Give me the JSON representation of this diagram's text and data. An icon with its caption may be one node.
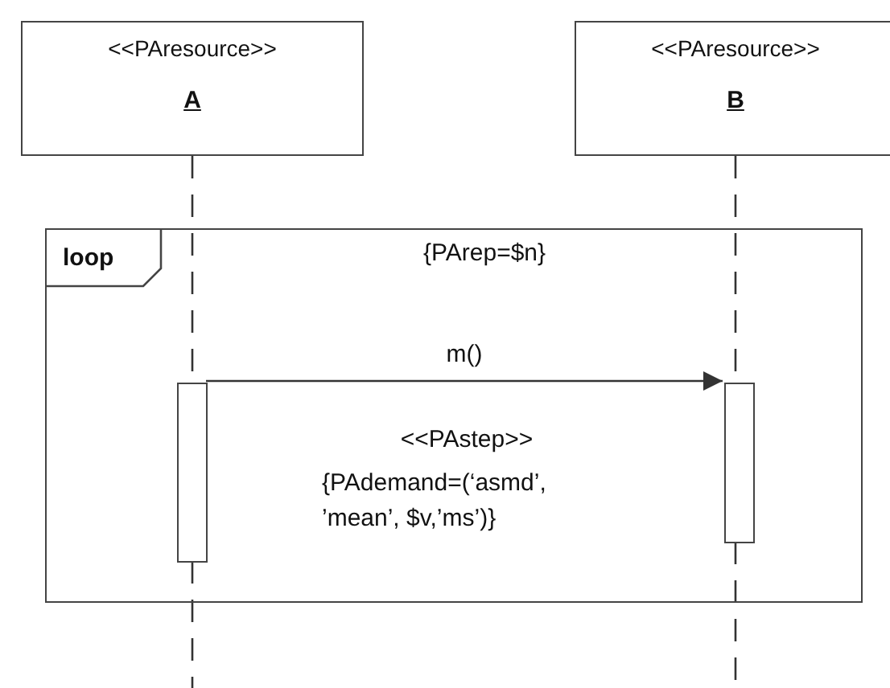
{
  "diagram": {
    "nodes": [
      {
        "text": [
          "<<PAresource>>",
          "A"
        ]
      },
      {
        "text": [
          "<<PAresource>>",
          "B"
        ]
      },
      {
        "text": [
          "loop",
          "{PArep=$n}"
        ]
      },
      {
        "text": [],
        "shape": "bar",
        "in": 2
      },
      {
        "text": [],
        "shape": "bar",
        "in": 2
      }
    ],
    "edges": [
      {
        "from": 0,
        "to": 3,
        "arrow": "none",
        "style": "dashed"
      },
      {
        "from": 1,
        "to": 4,
        "arrow": "none",
        "style": "dashed"
      },
      {
        "from": 3,
        "to": 4,
        "arrow": "to",
        "label": "m()"
      }
    ],
    "labels": [
      "<<PAstep>>",
      "{PAdemand=(‘asmd’, ’mean’, $v,’ms’)}"
    ]
  }
}
